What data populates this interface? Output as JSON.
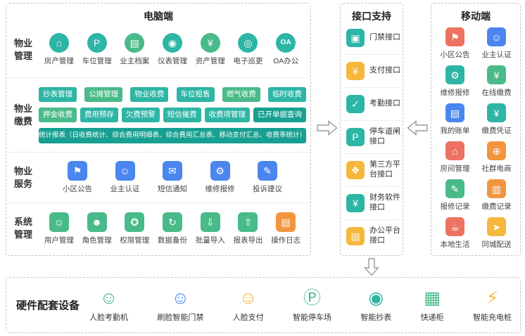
{
  "palette": {
    "teal": "#2db5a5",
    "dark_teal": "#17a091",
    "green": "#49ba89",
    "blue": "#4a86ee",
    "yellow": "#f5b73c",
    "orange": "#f2953e",
    "red": "#ee7261",
    "dashed_border": "#c6c6c6"
  },
  "pc": {
    "title": "电脑端",
    "sections": {
      "mgmt": {
        "label": "物业管理",
        "items": [
          {
            "icon": "building-icon",
            "glyph": "⌂",
            "label": "房产管理"
          },
          {
            "icon": "parking-icon",
            "glyph": "P",
            "label": "车位管理"
          },
          {
            "icon": "owner-archive-icon",
            "glyph": "▤",
            "label": "业主档案"
          },
          {
            "icon": "meter-icon",
            "glyph": "◉",
            "label": "仪表管理"
          },
          {
            "icon": "asset-icon",
            "glyph": "¥",
            "label": "资产管理"
          },
          {
            "icon": "patrol-icon",
            "glyph": "◎",
            "label": "电子巡更"
          },
          {
            "icon": "oa-icon",
            "glyph": "OA",
            "label": "OA办公"
          }
        ]
      },
      "pay": {
        "label": "物业缴费",
        "row1": [
          "抄表管理",
          "公摊管理",
          "物业收费",
          "车位租售",
          "燃气收费",
          "临时收费"
        ],
        "row2": [
          "押金收费",
          "费用预存",
          "欠费预警",
          "短信催费",
          "收费项管理",
          "已开单据查询"
        ],
        "stats": "统计报表（日收费统计、综合费用明细表、综合费用汇总表、移动支付汇总、收费率统计）"
      },
      "service": {
        "label": "物业服务",
        "items": [
          {
            "icon": "announcement-icon",
            "glyph": "⚑",
            "label": "小区公告"
          },
          {
            "icon": "owner-auth-icon",
            "glyph": "☺",
            "label": "业主认证"
          },
          {
            "icon": "sms-icon",
            "glyph": "✉",
            "label": "短信通知"
          },
          {
            "icon": "repair-icon",
            "glyph": "⚙",
            "label": "维修报修"
          },
          {
            "icon": "complaint-icon",
            "glyph": "✎",
            "label": "投诉建议"
          }
        ]
      },
      "system": {
        "label": "系统管理",
        "items": [
          {
            "icon": "user-icon",
            "glyph": "☺",
            "label": "用户管理"
          },
          {
            "icon": "role-icon",
            "glyph": "☻",
            "label": "角色管理"
          },
          {
            "icon": "permission-icon",
            "glyph": "✪",
            "label": "权限管理"
          },
          {
            "icon": "backup-icon",
            "glyph": "↻",
            "label": "数据备份"
          },
          {
            "icon": "import-icon",
            "glyph": "⇩",
            "label": "批量导入"
          },
          {
            "icon": "export-icon",
            "glyph": "⇧",
            "label": "报表导出"
          },
          {
            "icon": "log-icon",
            "glyph": "▤",
            "label": "操作日志"
          }
        ]
      }
    }
  },
  "interface": {
    "title": "接口支持",
    "items": [
      {
        "icon": "door-access-icon",
        "glyph": "▣",
        "label": "门禁接口"
      },
      {
        "icon": "payment-icon",
        "glyph": "¥",
        "label": "支付接口"
      },
      {
        "icon": "attendance-icon",
        "glyph": "✓",
        "label": "考勤接口"
      },
      {
        "icon": "gate-icon",
        "glyph": "P",
        "label": "停车道闸接口"
      },
      {
        "icon": "third-party-icon",
        "glyph": "❖",
        "label": "第三方平台接口"
      },
      {
        "icon": "finance-icon",
        "glyph": "¥",
        "label": "财务软件接口"
      },
      {
        "icon": "office-icon",
        "glyph": "▤",
        "label": "办公平台接口"
      }
    ]
  },
  "mobile": {
    "title": "移动端",
    "items": [
      {
        "icon": "announcement-icon",
        "glyph": "⚑",
        "label": "小区公告"
      },
      {
        "icon": "owner-auth-icon",
        "glyph": "☺",
        "label": "业主认证"
      },
      {
        "icon": "repair-icon",
        "glyph": "⚙",
        "label": "维修报修"
      },
      {
        "icon": "online-payment-icon",
        "glyph": "¥",
        "label": "在线缴费"
      },
      {
        "icon": "bill-icon",
        "glyph": "▤",
        "label": "我的账单"
      },
      {
        "icon": "receipt-icon",
        "glyph": "¥",
        "label": "缴费凭证"
      },
      {
        "icon": "room-icon",
        "glyph": "⌂",
        "label": "房间管理"
      },
      {
        "icon": "ecommerce-icon",
        "glyph": "⊕",
        "label": "社群电商"
      },
      {
        "icon": "repair-record-icon",
        "glyph": "✎",
        "label": "报修记录"
      },
      {
        "icon": "payment-record-icon",
        "glyph": "▥",
        "label": "缴费记录"
      },
      {
        "icon": "local-life-icon",
        "glyph": "☕",
        "label": "本地生活"
      },
      {
        "icon": "delivery-icon",
        "glyph": "➤",
        "label": "同城配送"
      }
    ]
  },
  "hardware": {
    "title": "硬件配套设备",
    "items": [
      {
        "icon": "face-attendance-icon",
        "glyph": "☺",
        "label": "人脸考勤机"
      },
      {
        "icon": "face-access-icon",
        "glyph": "☺",
        "label": "刷脸智能门禁"
      },
      {
        "icon": "face-payment-icon",
        "glyph": "☺",
        "label": "人脸支付"
      },
      {
        "icon": "smart-parking-icon",
        "glyph": "Ⓟ",
        "label": "智能停车场"
      },
      {
        "icon": "smart-meter-icon",
        "glyph": "◉",
        "label": "智能抄表"
      },
      {
        "icon": "locker-icon",
        "glyph": "▦",
        "label": "快递柜"
      },
      {
        "icon": "charging-icon",
        "glyph": "⚡",
        "label": "智能充电桩"
      }
    ]
  }
}
